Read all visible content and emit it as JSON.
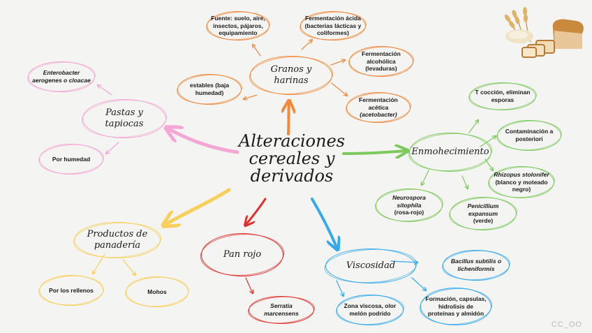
{
  "central": {
    "line1": "Alteraciones",
    "line2": "cereales y",
    "line3": "derivados"
  },
  "granos": {
    "title": "Granos y harinas",
    "fuente": "Fuente: suelo, aire, insectos, pájaros, equipamiento",
    "ferm_acida": "Fermentación ácida (bacterias lácticas y coliformes)",
    "ferm_alcoholica": "Fermentación alcohólica (levaduras)",
    "ferm_acetica": "Fermentación acética",
    "acetobacter": "(acetobacter)",
    "estables": "estables (baja humedad)"
  },
  "pastas": {
    "title": "Pastas y tapiocas",
    "enterobacter": "Enterobacter aerogenes o cloacae",
    "humedad": "Por humedad"
  },
  "enmohecimiento": {
    "title": "Enmohecimiento",
    "coccion": "T cocción, eliminan esporas",
    "contaminacion": "Contaminación a posteriori",
    "rhizopus": "Rhizopus stolonifer",
    "rhizopus_desc": "(blanco y moteado negro)",
    "neurospora": "Neurospora sitophila",
    "neurospora_desc": "(rosa-rojo)",
    "penicillium": "Penicillium expansum",
    "penicillium_desc": "(verde)"
  },
  "panaderia": {
    "title": "Productos de panadería",
    "rellenos": "Por los rellenos",
    "mohos": "Mohos"
  },
  "panrojo": {
    "title": "Pan rojo",
    "serratia": "Serratia marcensens"
  },
  "viscosidad": {
    "title": "Viscosidad",
    "bacillus": "Bacillus subtilis o licheniformis",
    "zona": "Zona viscosa, olor melón podrido",
    "formacion": "Formación, capsulas, hidrolisis de proteínas y almidón"
  },
  "watermark": "CC_OO",
  "colors": {
    "orange": "#f08a3c",
    "pink": "#f4a6d4",
    "green": "#7cc95e",
    "yellow": "#f7cf5a",
    "red": "#e0312f",
    "blue": "#35a9ec"
  }
}
